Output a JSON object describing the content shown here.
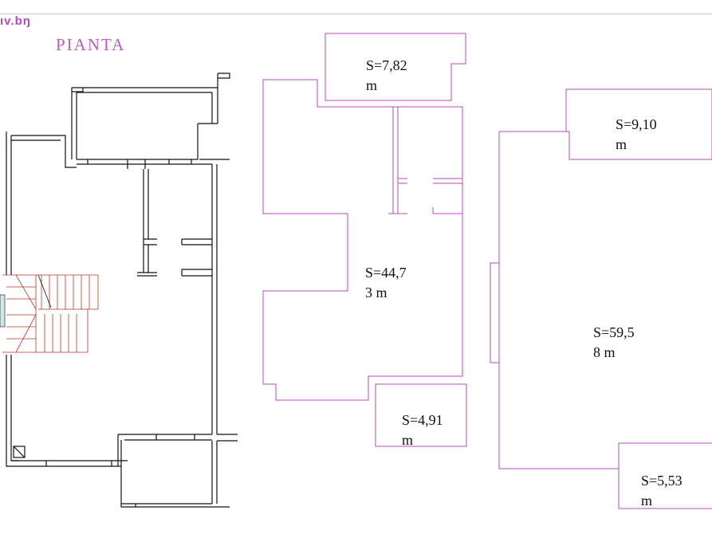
{
  "header": {
    "logo_text": "ıv.bŋ",
    "title": "PIANTA"
  },
  "areas": [
    {
      "id": "s1",
      "line1": "S=7,82",
      "line2": "m"
    },
    {
      "id": "s2",
      "line1": "S=9,10",
      "line2": "m"
    },
    {
      "id": "s3",
      "line1": "S=44,7",
      "line2": "3 m"
    },
    {
      "id": "s4",
      "line1": "S=59,5",
      "line2": "8 m"
    },
    {
      "id": "s5",
      "line1": "S=4,91",
      "line2": "m"
    },
    {
      "id": "s6",
      "line1": "S=5,53",
      "line2": "m"
    }
  ],
  "colors": {
    "outline": "#b44bb8",
    "walls": "#111111",
    "stairs": "#b23a2a"
  }
}
